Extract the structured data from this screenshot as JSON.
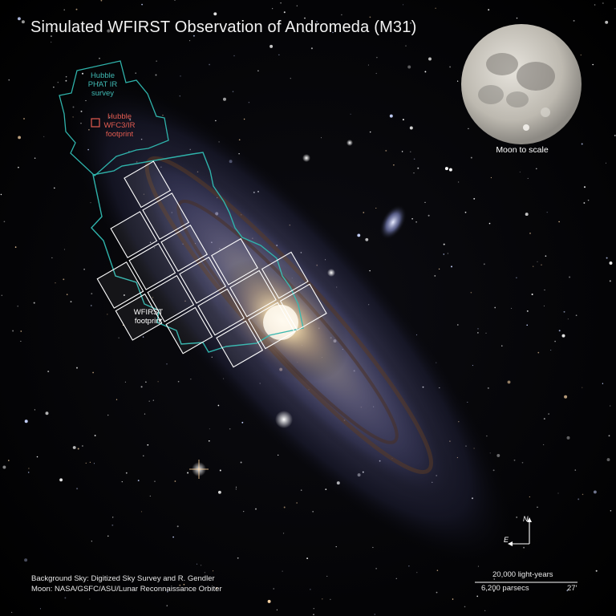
{
  "title": "Simulated WFIRST Observation of Andromeda (M31)",
  "labels": {
    "phat": [
      "Hubble",
      "PHAT IR",
      "survey"
    ],
    "wfc3": [
      "Hubble",
      "WFC3/IR",
      "footprint"
    ],
    "wfirst": [
      "WFIRST",
      "footprint"
    ],
    "moon": "Moon to scale"
  },
  "credits": [
    "Background Sky: Digitized Sky Survey and R. Gendler",
    "Moon: NASA/GSFC/ASU/Lunar Reconnaissance Orbiter"
  ],
  "scale": {
    "light_years": "20,000 light-years",
    "parsecs": "6,200 parsecs",
    "arcmin": "27′"
  },
  "compass": {
    "north": "N",
    "east": "E"
  },
  "colors": {
    "phat_outline": "#2fb3ab",
    "wfc3_outline": "#e25b50",
    "wfirst_outline": "#ffffff"
  }
}
